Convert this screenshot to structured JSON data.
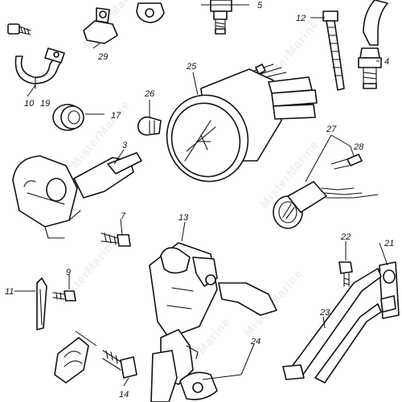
{
  "watermark": "MisterMarine",
  "callouts": {
    "p5": "5",
    "p10": "10",
    "p19": "19",
    "p12": "12",
    "p4": "4",
    "p29": "29",
    "p25": "25",
    "p26": "26",
    "p17": "17",
    "p3": "3",
    "p27": "27",
    "p28": "28",
    "p7": "7",
    "p13": "13",
    "p22": "22",
    "p21": "21",
    "p9": "9",
    "p11": "11",
    "p23": "23",
    "p24": "24",
    "p14": "14"
  },
  "colors": {
    "line": "#111111",
    "background": "#ffffff",
    "watermark": "#d8dde4"
  }
}
